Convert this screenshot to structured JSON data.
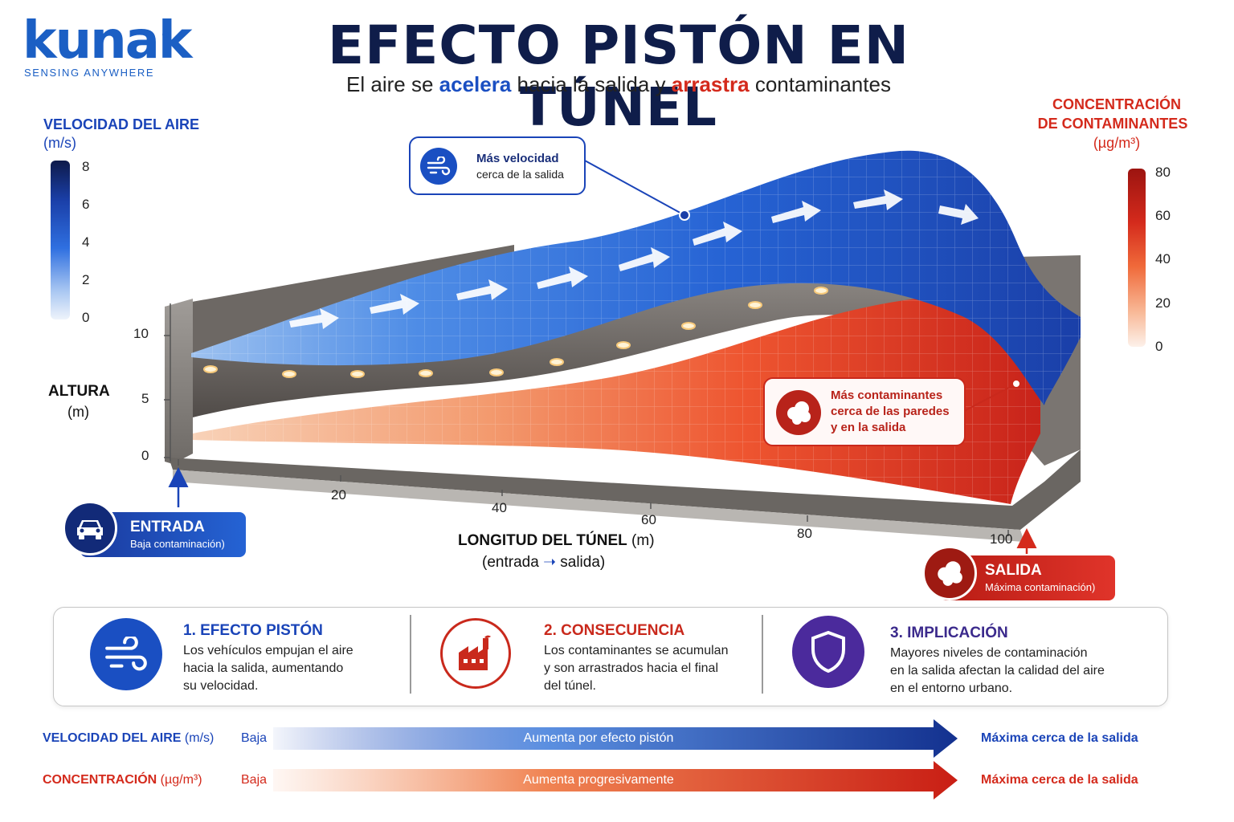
{
  "brand": {
    "name": "kunak",
    "registered": "®",
    "tagline": "SENSING ANYWHERE"
  },
  "header": {
    "title": "EFECTO PISTÓN EN TÚNEL",
    "subtitle_parts": [
      "El aire se ",
      "acelera",
      " hacia la salida y ",
      "arrastra",
      " contaminantes"
    ]
  },
  "velocity_scale": {
    "title": "VELOCIDAD DEL AIRE",
    "unit": "(m/s)",
    "ticks": [
      "8",
      "6",
      "4",
      "2",
      "0"
    ]
  },
  "concentration_scale": {
    "title_line1": "CONCENTRACIÓN",
    "title_line2": "DE CONTAMINANTES",
    "unit": "(µg/m³)",
    "ticks": [
      "80",
      "60",
      "40",
      "20",
      "0"
    ]
  },
  "height_axis": {
    "title": "ALTURA",
    "unit": "(m)",
    "ticks": [
      "10",
      "5",
      "0"
    ]
  },
  "length_axis": {
    "title": "LONGITUD DEL TÚNEL",
    "unit": "(m)",
    "sub_left": "(entrada",
    "sub_right": "salida)",
    "ticks": [
      "20",
      "40",
      "60",
      "80",
      "100"
    ]
  },
  "callouts": {
    "velocity": {
      "line1": "Más velocidad",
      "line2": "cerca de la salida"
    },
    "pollution": {
      "line1": "Más contaminantes",
      "line2": "cerca de las paredes",
      "line3": "y en la salida"
    }
  },
  "entrance": {
    "title": "ENTRADA",
    "subtitle": "Baja contaminación)"
  },
  "exit": {
    "title": "SALIDA",
    "subtitle": "Máxima contaminación)"
  },
  "sections": [
    {
      "title": "1. EFECTO PISTÓN",
      "lines": [
        "Los vehículos empujan el aire",
        "hacia la salida, aumentando",
        "su velocidad."
      ]
    },
    {
      "title": "2. CONSECUENCIA",
      "lines": [
        "Los contaminantes se acumulan",
        "y son arrastrados hacia el final",
        "del túnel."
      ]
    },
    {
      "title": "3. IMPLICACIÓN",
      "lines": [
        "Mayores niveles de contaminación",
        "en la salida afectan la calidad del aire",
        "en el entorno urbano."
      ]
    }
  ],
  "bars": [
    {
      "label": "VELOCIDAD DEL AIRE",
      "unit": "(m/s)",
      "start": "Baja",
      "middle": "Aumenta por efecto pistón",
      "end": "Máxima cerca de la salida"
    },
    {
      "label": "CONCENTRACIÓN",
      "unit": "(µg/m³)",
      "start": "Baja",
      "middle": "Aumenta progresivamente",
      "end": "Máxima cerca de la salida"
    }
  ],
  "colors": {
    "blue": "#1a44b8",
    "red": "#d42a1c",
    "navy": "#0f1d4a"
  }
}
